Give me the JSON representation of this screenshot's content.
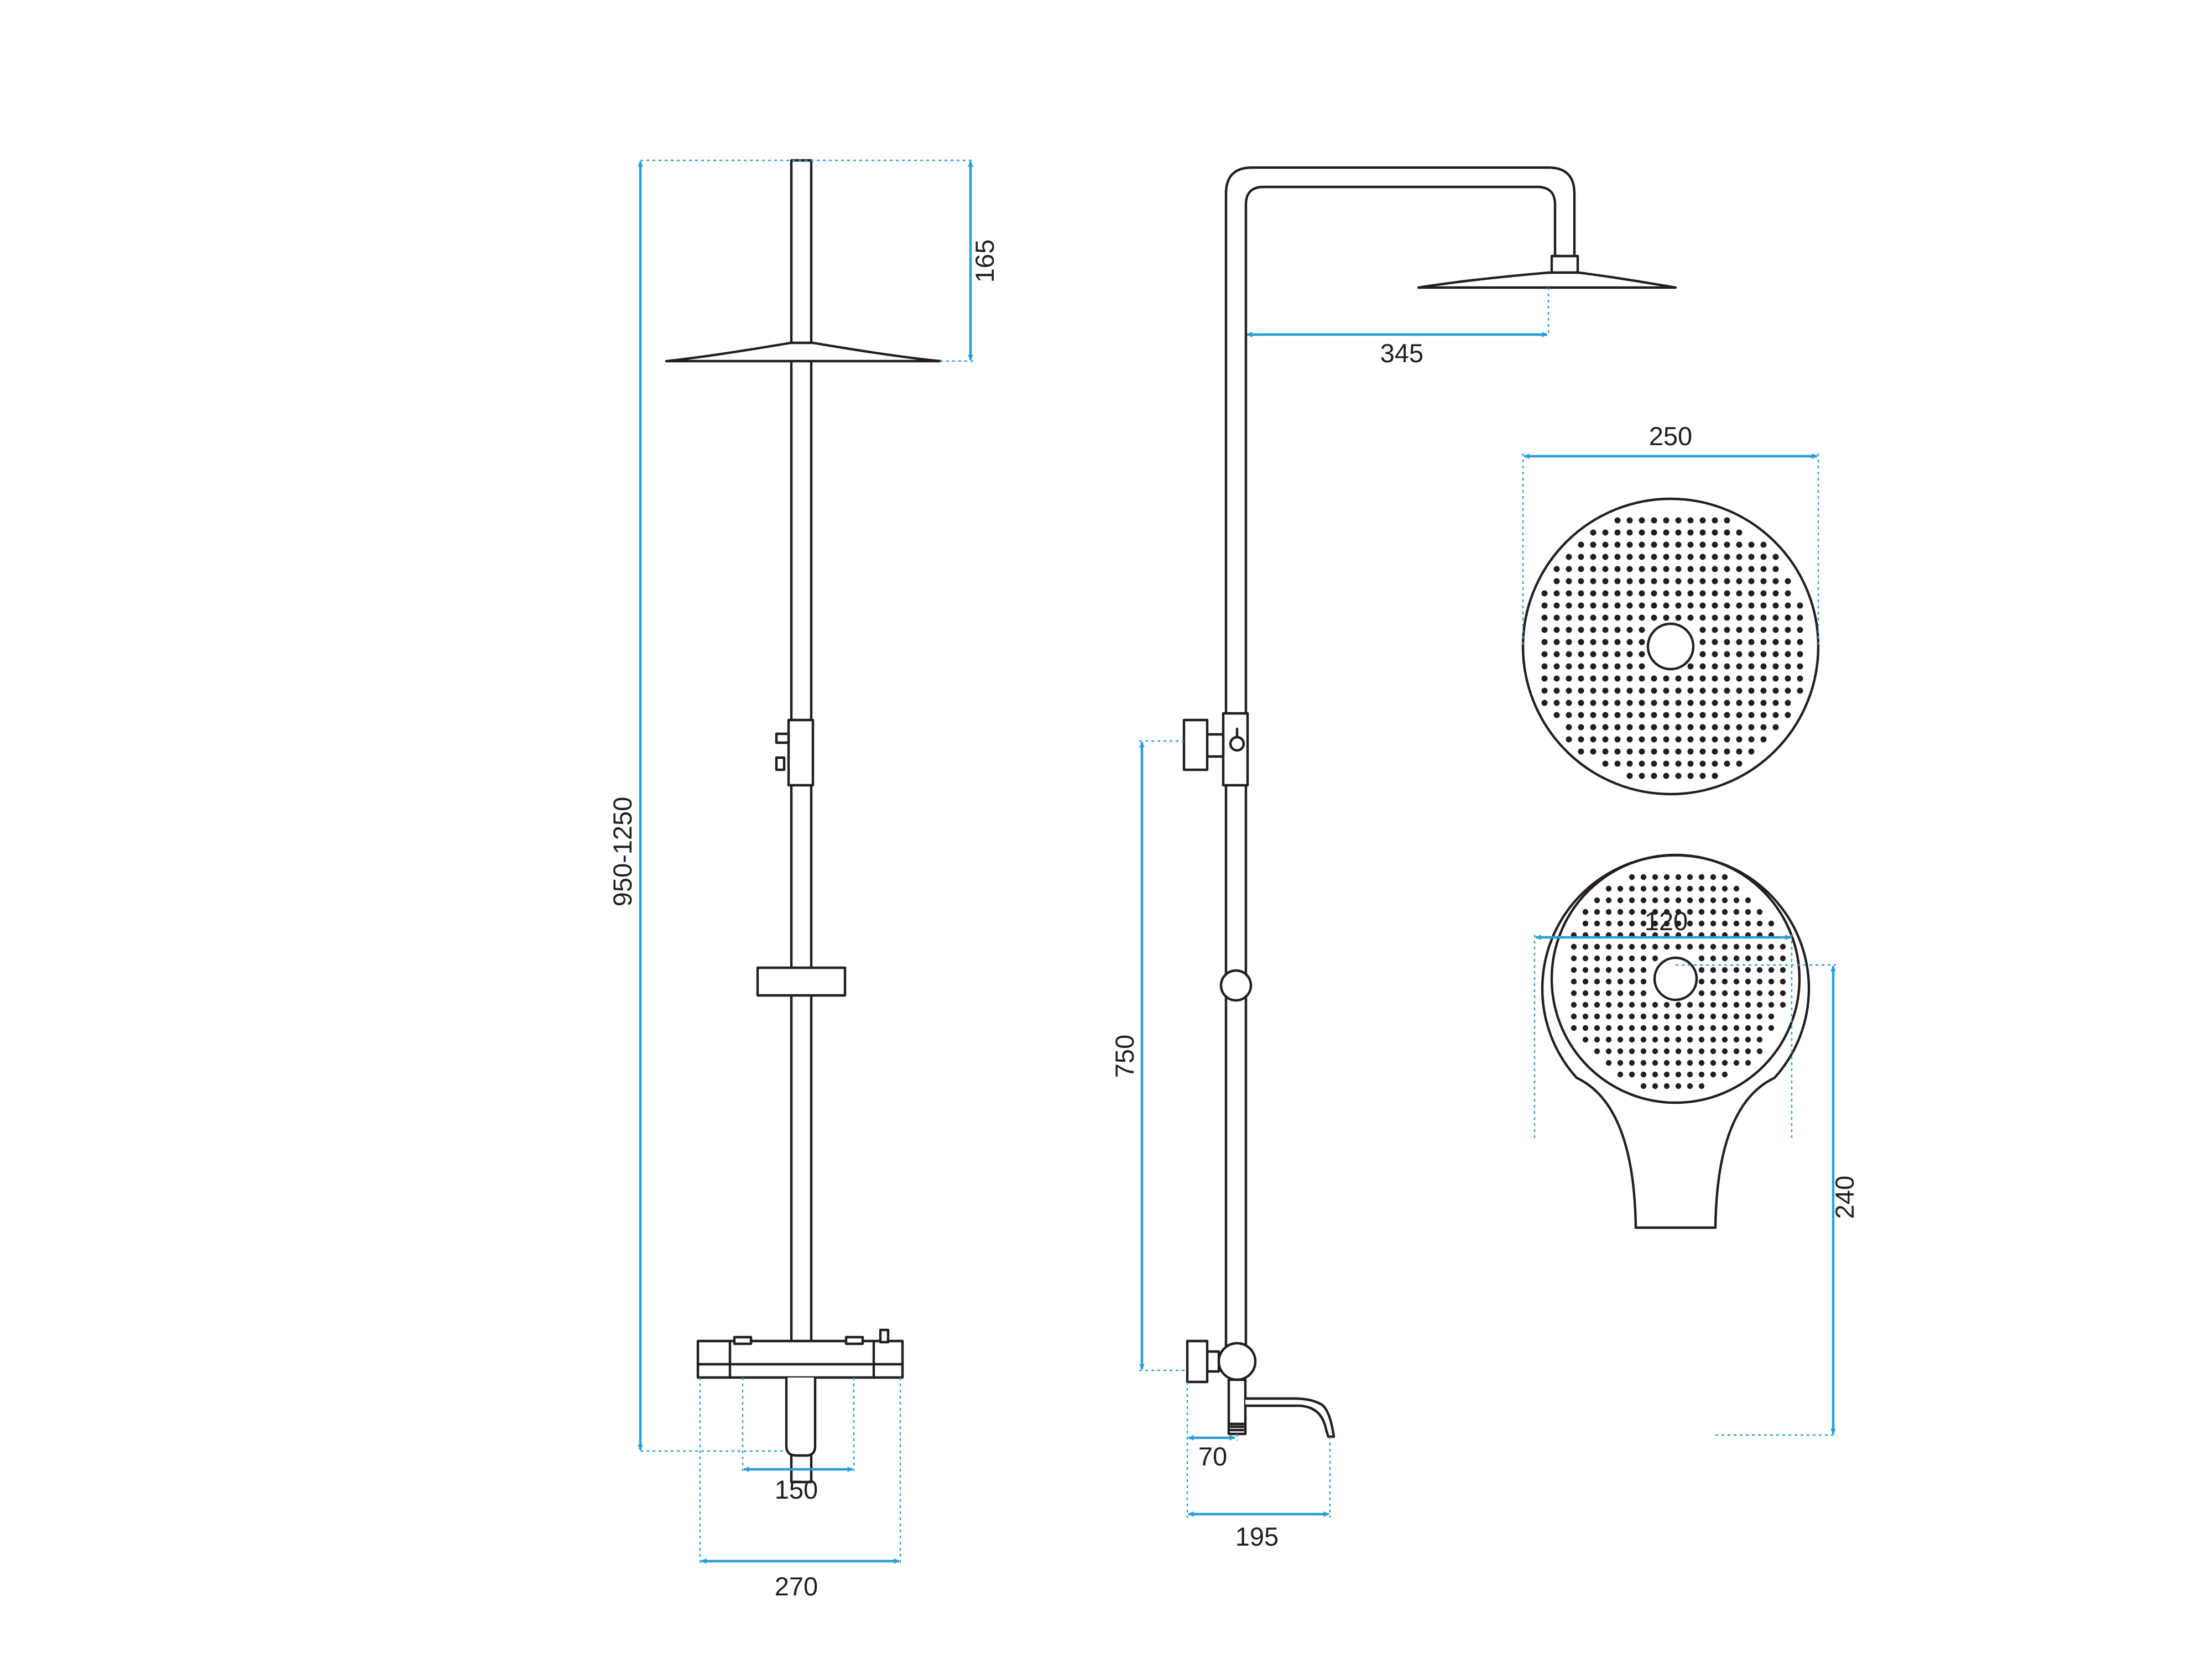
{
  "dimensions": {
    "total_height": "950-1250",
    "head_drop": "165",
    "mixer_width": "270",
    "mixer_spacing": "150",
    "arm_reach": "345",
    "diverter_height": "750",
    "spout_offset": "70",
    "spout_depth": "195",
    "head_diameter": "250",
    "hand_width": "120",
    "hand_length": "240"
  },
  "colors": {
    "line": "#231f20",
    "dimension": "#2b9ed8",
    "background": "#ffffff"
  }
}
